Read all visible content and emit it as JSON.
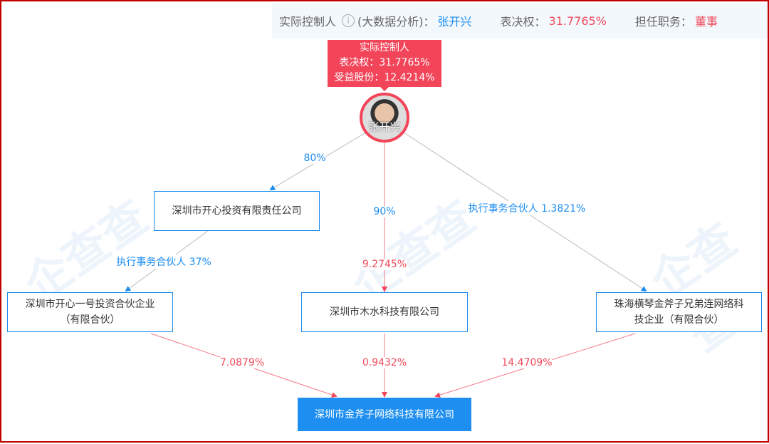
{
  "header": {
    "label": "实际控制人",
    "note": "(大数据分析)：",
    "controller": "张开兴",
    "voting_label": "表决权：",
    "voting_value": "31.7765%",
    "position_label": "担任职务：",
    "position_value": "董事"
  },
  "tooltip": {
    "title": "实际控制人",
    "voting": "表决权：31.7765%",
    "benefit": "受益股份：12.4214%"
  },
  "person": {
    "name": "张开兴"
  },
  "nodes": {
    "kaixin_invest": "深圳市开心投资有限责任公司",
    "kaixin_one": [
      "深圳市开心一号投资合伙企业",
      "（有限合伙）"
    ],
    "mushui": "深圳市木水科技有限公司",
    "zhuhai": [
      "珠海横琴金斧子兄弟连网络科",
      "技企业（有限合伙）"
    ],
    "target": "深圳市金斧子网络科技有限公司"
  },
  "edges": {
    "p_invest": "80%",
    "p_mushui": "90%",
    "p_zhuhai": "执行事务合伙人 1.3821%",
    "invest_one": "执行事务合伙人 37%",
    "mushui_stake": "9.2745%",
    "one_target": "7.0879%",
    "mushui_target": "0.9432%",
    "zhuhai_target": "14.4709%"
  },
  "watermark": "企查查"
}
